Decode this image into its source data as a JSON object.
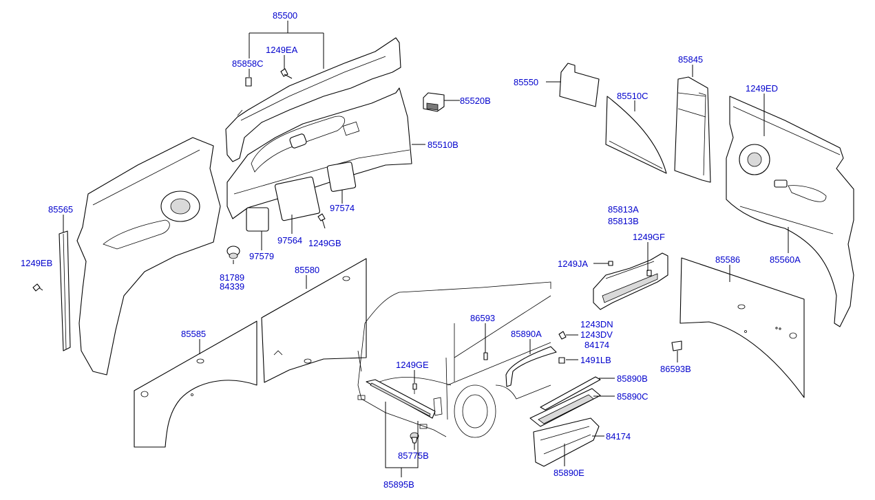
{
  "label_color": "#0000cc",
  "line_color": "#000000",
  "labels": {
    "p85500": "85500",
    "p1249EA": "1249EA",
    "p85858C": "85858C",
    "p85550": "85550",
    "p85845": "85845",
    "p85510C": "85510C",
    "p1249ED": "1249ED",
    "p85520B": "85520B",
    "p85510B": "85510B",
    "p85565": "85565",
    "p97574": "97574",
    "p97564": "97564",
    "p1249GB": "1249GB",
    "p97579": "97579",
    "p81789": "81789",
    "p84339": "84339",
    "p1249EB": "1249EB",
    "p85580": "85580",
    "p85585": "85585",
    "p85813A": "85813A",
    "p85813B": "85813B",
    "p1249GF": "1249GF",
    "p1249JA": "1249JA",
    "p85586": "85586",
    "p85560A": "85560A",
    "p86593": "86593",
    "p85890A": "85890A",
    "p1243DN": "1243DN",
    "p1243DV": "1243DV",
    "p84174a": "84174",
    "p1491LB": "1491LB",
    "p1249GE": "1249GE",
    "p86593B": "86593B",
    "p85890B": "85890B",
    "p85890C": "85890C",
    "p84174b": "84174",
    "p85775B": "85775B",
    "p85890E": "85890E",
    "p85895B": "85895B"
  }
}
